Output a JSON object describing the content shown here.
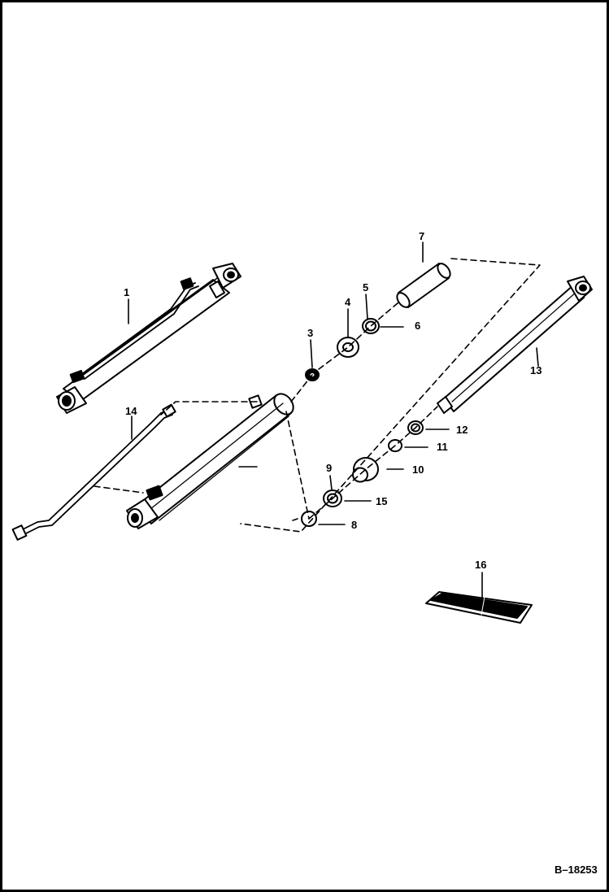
{
  "diagram": {
    "reference": "B–18253",
    "callouts": [
      "1",
      "3",
      "4",
      "5",
      "6",
      "7",
      "8",
      "9",
      "10",
      "11",
      "12",
      "13",
      "14",
      "15",
      "16"
    ]
  },
  "colors": {
    "ink": "#000000",
    "paper": "#ffffff"
  },
  "icons": [
    "hydraulic-cylinder",
    "piston-rod",
    "hose",
    "seal-kit"
  ]
}
